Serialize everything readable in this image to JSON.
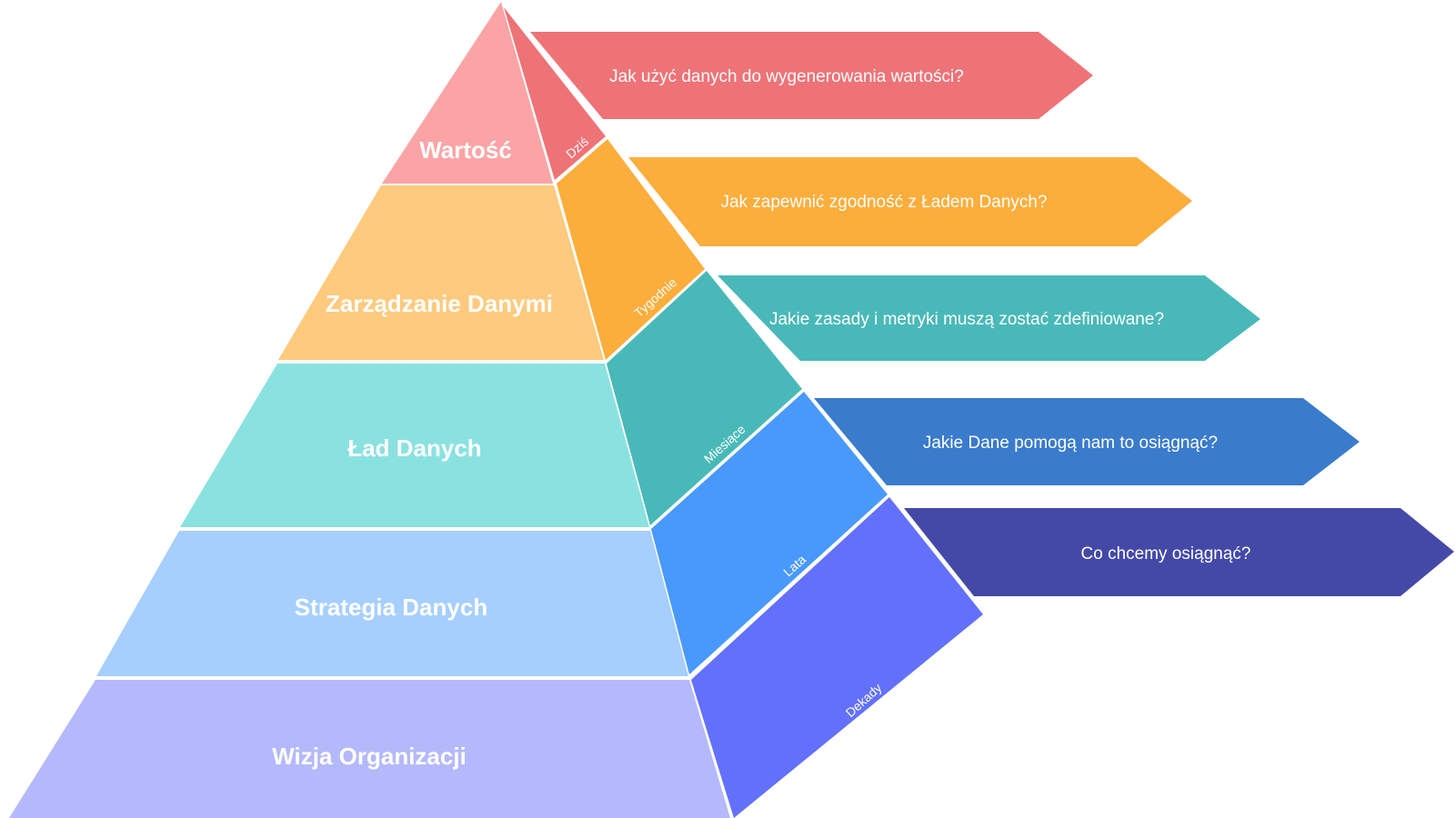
{
  "layers": [
    {
      "label": "Wartość",
      "color": "#fba4a6"
    },
    {
      "label": "Zarządzanie Danymi",
      "color": "#fdca7e"
    },
    {
      "label": "Ład Danych",
      "color": "#8ae2e0"
    },
    {
      "label": "Strategia Danych",
      "color": "#a6cffd"
    },
    {
      "label": "Wizja Organizacji",
      "color": "#b4b9fb"
    }
  ],
  "side_faces": [
    {
      "label": "Dziś",
      "color": "#ee7377"
    },
    {
      "label": "Tygodnie",
      "color": "#fcae3c"
    },
    {
      "label": "Miesiące",
      "color": "#48b9b8"
    },
    {
      "label": "Lata",
      "color": "#4899fb"
    },
    {
      "label": "Dekady",
      "color": "#6370fb"
    }
  ],
  "arrows": [
    {
      "label": "Jak użyć danych do wygenerowania wartości?",
      "color": "#ee7377"
    },
    {
      "label": "Jak zapewnić zgodność z Ładem Danych?",
      "color": "#fcae3c"
    },
    {
      "label": "Jakie zasady i metryki muszą zostać zdefiniowane?",
      "color": "#48b9b8"
    },
    {
      "label": "Jakie Dane pomogą nam to osiągnąć?",
      "color": "#3a7bcb"
    },
    {
      "label": "Co chcemy osiągnąć?",
      "color": "#4449a8"
    }
  ]
}
